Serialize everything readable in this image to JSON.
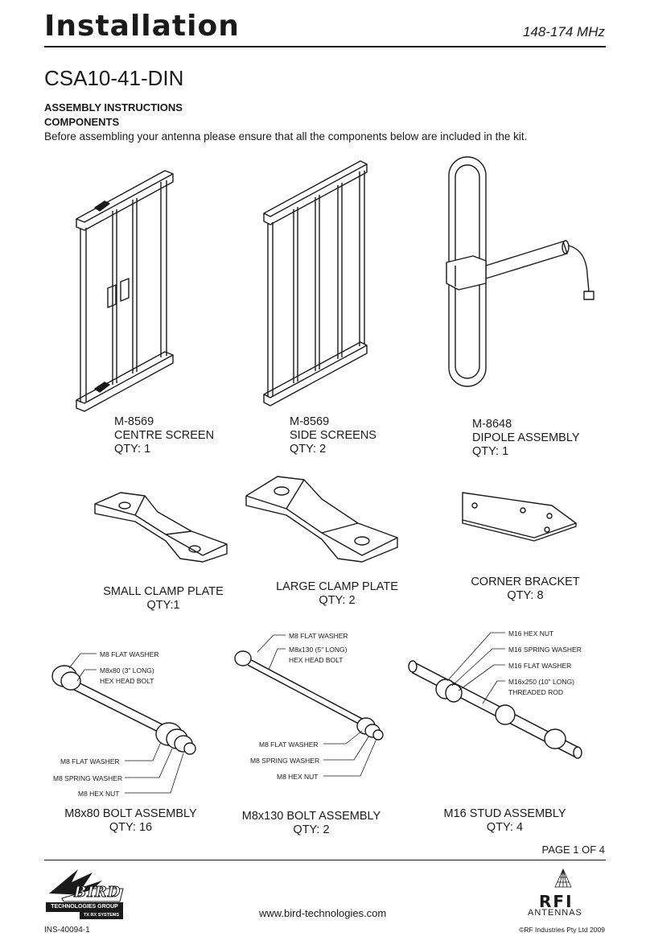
{
  "header": {
    "title": "Installation",
    "frequency": "148-174 MHz"
  },
  "model": "CSA10-41-DIN",
  "section": {
    "heading1": "ASSEMBLY INSTRUCTIONS",
    "heading2": "COMPONENTS",
    "intro": "Before assembling your antenna please ensure that all the components below are included in the kit."
  },
  "components": [
    {
      "code": "M-8569",
      "name": "CENTRE SCREEN",
      "qty": "QTY: 1"
    },
    {
      "code": "M-8569",
      "name": "SIDE SCREENS",
      "qty": "QTY: 2"
    },
    {
      "code": "M-8648",
      "name": "DIPOLE ASSEMBLY",
      "qty": "QTY: 1"
    },
    {
      "name": "SMALL CLAMP PLATE",
      "qty": "QTY:1"
    },
    {
      "name": "LARGE CLAMP PLATE",
      "qty": "QTY: 2"
    },
    {
      "name": "CORNER BRACKET",
      "qty": "QTY: 8"
    },
    {
      "name": "M8x80 BOLT ASSEMBLY",
      "qty": "QTY: 16"
    },
    {
      "name": "M8x130 BOLT ASSEMBLY",
      "qty": "QTY: 2"
    },
    {
      "name": "M16 STUD ASSEMBLY",
      "qty": "QTY: 4"
    }
  ],
  "callouts": {
    "m8x80": {
      "flat_washer_top": "M8 FLAT WASHER",
      "bolt_line1": "M8x80 (3\" LONG)",
      "bolt_line2": "HEX HEAD BOLT",
      "flat_washer_bottom": "M8 FLAT WASHER",
      "spring_washer": "M8 SPRING WASHER",
      "hex_nut": "M8 HEX NUT"
    },
    "m8x130": {
      "flat_washer_top": "M8 FLAT WASHER",
      "bolt_line1": "M8x130 (5\" LONG)",
      "bolt_line2": "HEX HEAD BOLT",
      "flat_washer_bottom": "M8 FLAT WASHER",
      "spring_washer": "M8 SPRING WASHER",
      "hex_nut": "M8 HEX NUT"
    },
    "m16": {
      "hex_nut": "M16 HEX NUT",
      "spring_washer": "M16 SPRING WASHER",
      "flat_washer": "M16 FLAT WASHER",
      "rod_line1": "M16x250 (10\" LONG)",
      "rod_line2": "THREADED ROD"
    }
  },
  "footer": {
    "page": "PAGE 1 OF 4",
    "url": "www.bird-technologies.com",
    "doc_number": "INS-40094-1",
    "copyright": "©RF Industries Pty Ltd 2009",
    "bird_logo_word": "BIRD",
    "bird_band1": "TECHNOLOGIES GROUP",
    "bird_band2": "TX RX SYSTEMS",
    "rfi_word": "RFI",
    "rfi_sub": "ANTENNAS"
  }
}
